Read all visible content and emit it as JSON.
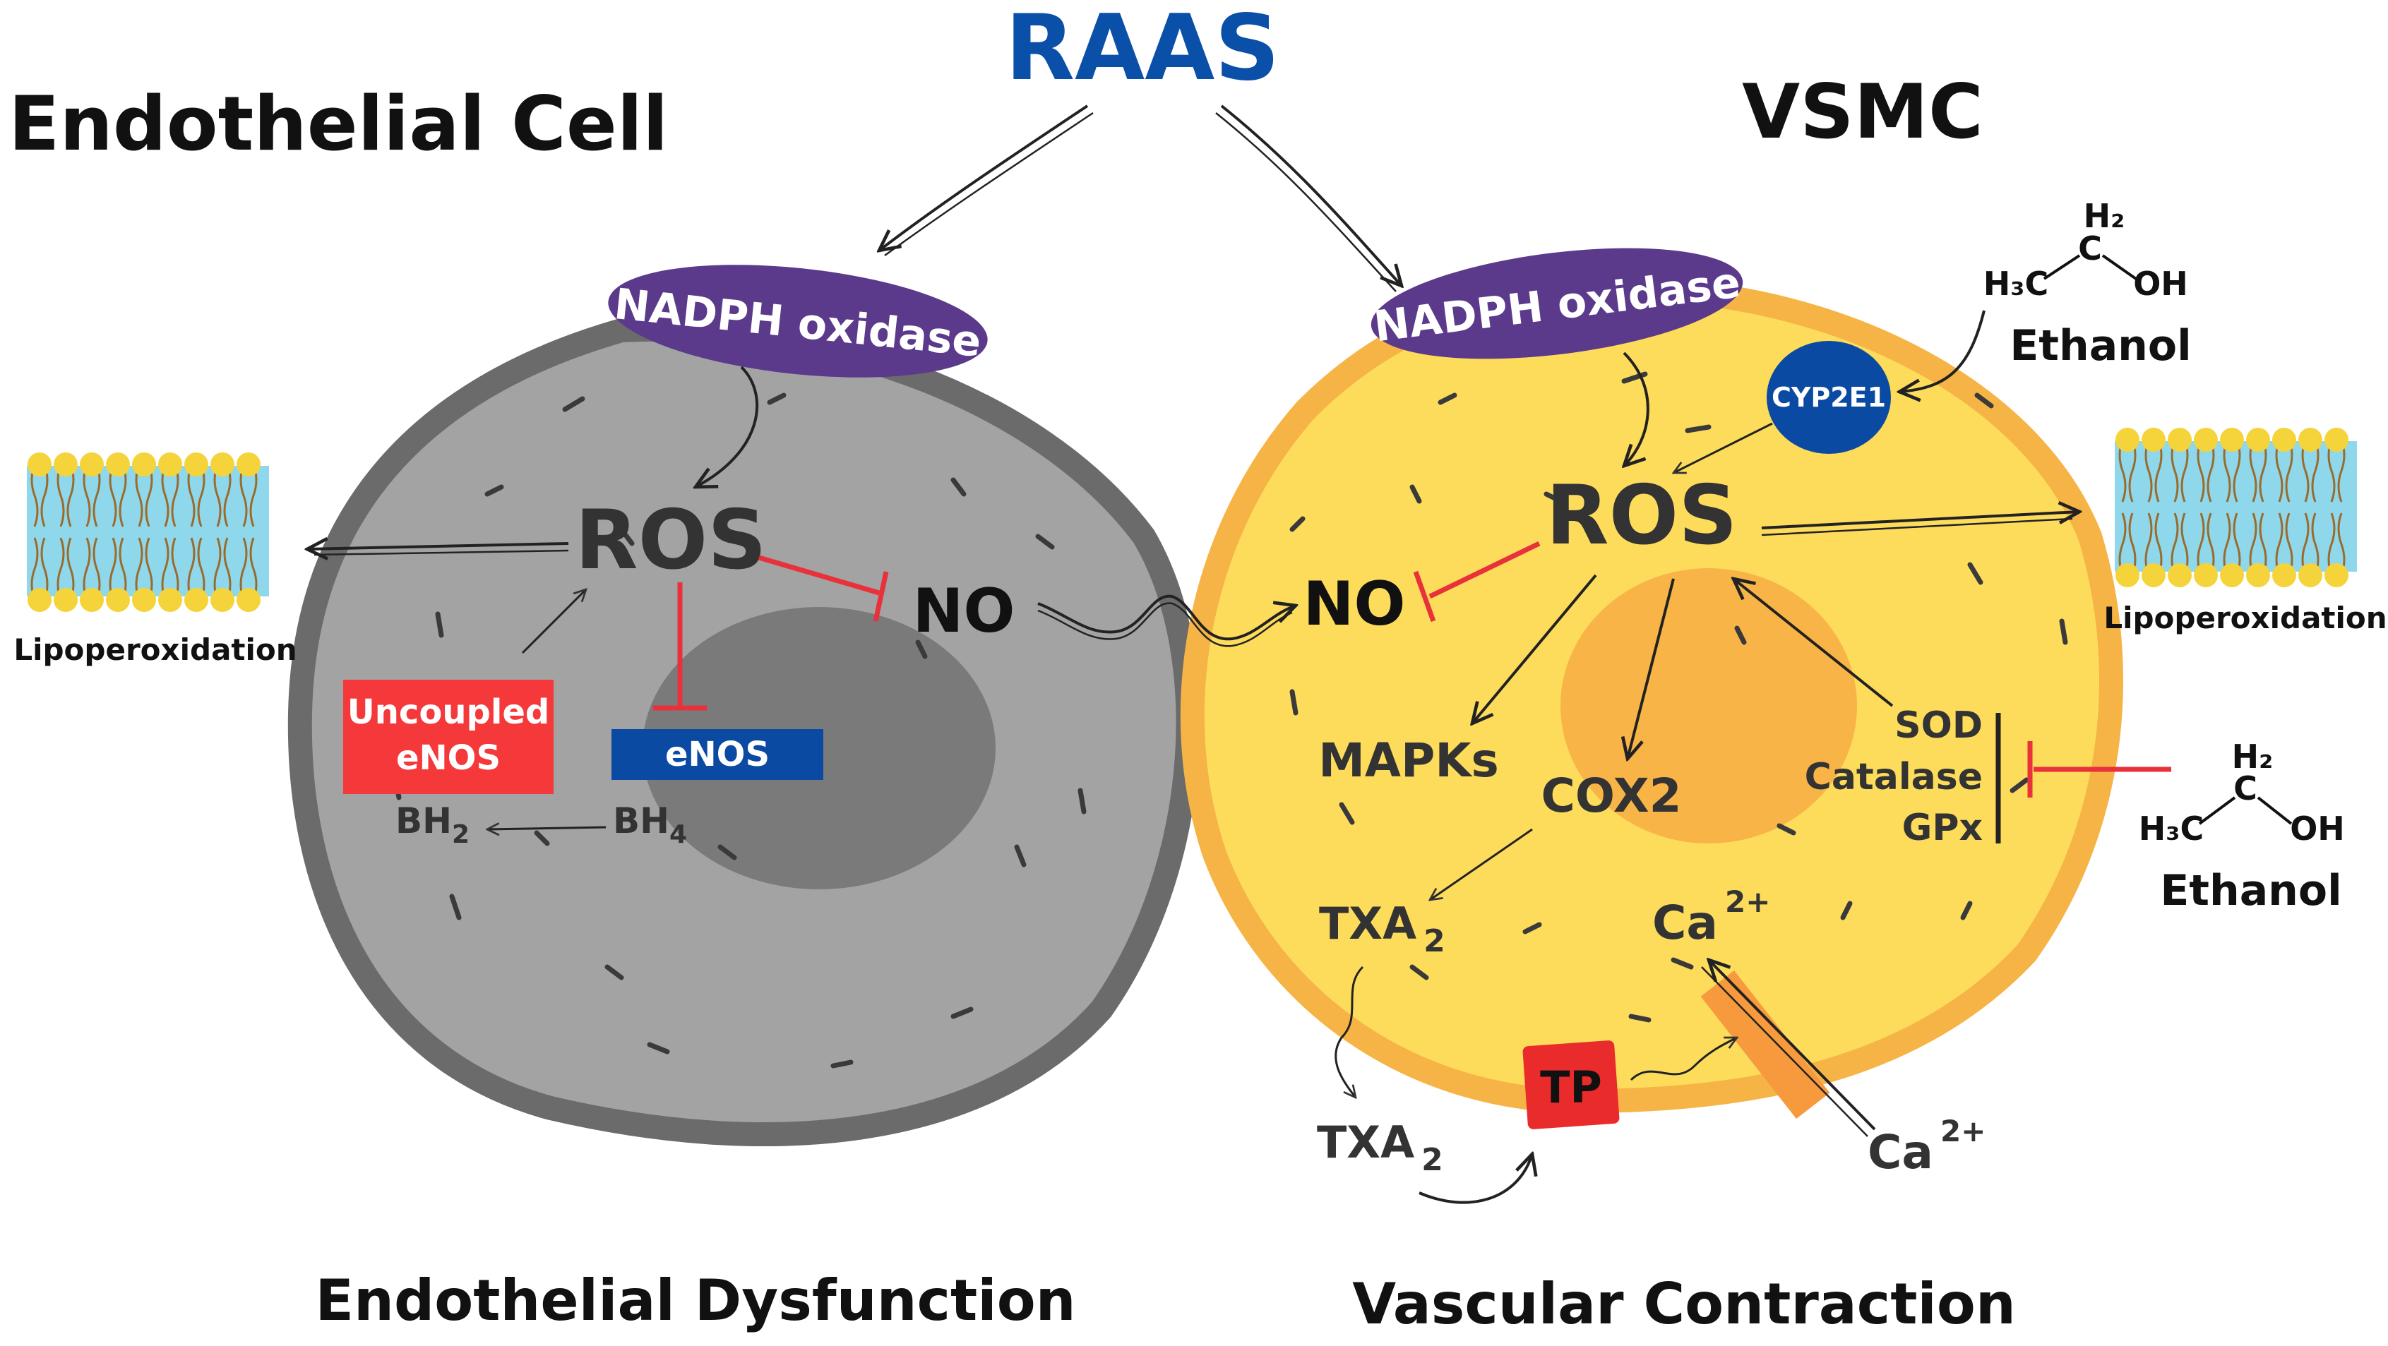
{
  "titles": {
    "raas": "RAAS",
    "endothelial_cell": "Endothelial Cell",
    "vsmc": "VSMC",
    "endothelial_dysfunction": "Endothelial Dysfunction",
    "vascular_contraction": "Vascular Contraction"
  },
  "endothelial": {
    "nadph": "NADPH oxidase",
    "ros": "ROS",
    "no": "NO",
    "uncoupled_line1": "Uncoupled",
    "uncoupled_line2": "eNOS",
    "enos": "eNOS",
    "bh2": "BH",
    "bh2_sub": "2",
    "bh4": "BH",
    "bh4_sub": "4",
    "lipoperoxidation": "Lipoperoxidation"
  },
  "vsmc_cell": {
    "nadph": "NADPH oxidase",
    "ros": "ROS",
    "no": "NO",
    "cyp2e1": "CYP2E1",
    "mapks": "MAPKs",
    "cox2": "COX2",
    "txa2_inner": "TXA",
    "txa2_inner_sub": "2",
    "ca_inner": "Ca",
    "ca_inner_sup": "2+",
    "sod": "SOD",
    "catalase": "Catalase",
    "gpx": "GPx",
    "tp": "TP",
    "txa2_outer": "TXA",
    "txa2_outer_sub": "2",
    "ca_outer": "Ca",
    "ca_outer_sup": "2+",
    "lipoperoxidation": "Lipoperoxidation"
  },
  "ethanol_top": {
    "h2": "H₂",
    "c": "C",
    "h3c": "H₃C",
    "oh": "OH",
    "label": "Ethanol"
  },
  "ethanol_bottom": {
    "h2": "H₂",
    "c": "C",
    "h3c": "H₃C",
    "oh": "OH",
    "label": "Ethanol"
  },
  "colors": {
    "raas_blue": "#0a4fa8",
    "nadph_purple": "#5b3a8c",
    "inhibition_red": "#e8313a",
    "enos_blue": "#0b4aa2",
    "cell_gray": "#a3a3a3",
    "cell_border": "#6b6b6b",
    "nucleus_gray": "#7a7a7a",
    "vsmc_yellow": "#fddc5c",
    "vsmc_border": "#f6b446",
    "vsmc_nucleus": "#f8b447",
    "membrane_blue": "#8fd8ec",
    "membrane_head": "#f4d43a"
  }
}
